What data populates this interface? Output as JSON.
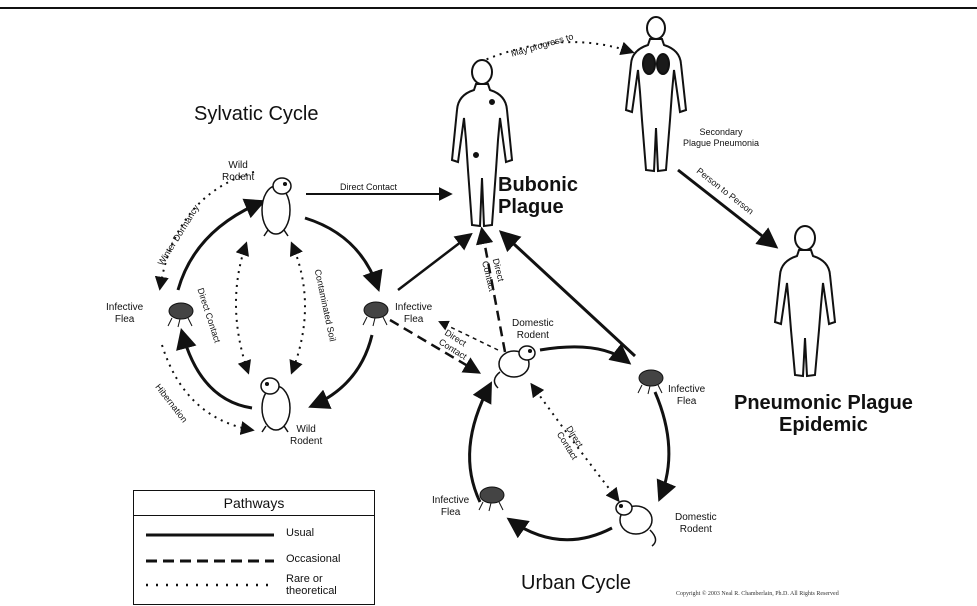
{
  "titles": {
    "sylvatic_cycle": "Sylvatic Cycle",
    "urban_cycle": "Urban Cycle",
    "bubonic_plague": "Bubonic\nPlague",
    "pneumonic_plague_epidemic": "Pneumonic Plague\nEpidemic"
  },
  "nodes": {
    "wild_rodent_top": "Wild\nRodent",
    "wild_rodent_bottom": "Wild\nRodent",
    "infective_flea_left": "Infective\nFlea",
    "infective_flea_center": "Infective\nFlea",
    "domestic_rodent_center": "Domestic\nRodent",
    "infective_flea_right": "Infective\nFlea",
    "domestic_rodent_bottom": "Domestic\nRodent",
    "infective_flea_bottom": "Infective\nFlea",
    "secondary_plague_pneumonia": "Secondary\nPlague Pneumonia"
  },
  "edge_labels": {
    "direct_contact_top": "Direct Contact",
    "winter_dormancy": "Winter Dormancy",
    "direct_contact_left": "Direct Contact",
    "contaminated_soil": "Contaminated Soil",
    "hibernation": "Hibernation",
    "direct_contact_center": "Direct\nContact",
    "direct_contact_mid": "Direct\nContact",
    "direct_contact_urban": "Direct\nContact",
    "may_progress_to": "May progress to",
    "person_to_person": "Person to Person"
  },
  "legend": {
    "title": "Pathways",
    "items": [
      {
        "label": "Usual",
        "style": "solid"
      },
      {
        "label": "Occasional",
        "style": "dashed"
      },
      {
        "label": "Rare or\ntheoretical",
        "style": "dotted"
      }
    ]
  },
  "copyright": "Copyright © 2003 Neal R. Chamberlain, Ph.D. All Rights Reserved",
  "colors": {
    "ink": "#111111",
    "lungs": "#1a1a1a",
    "background": "#ffffff"
  }
}
